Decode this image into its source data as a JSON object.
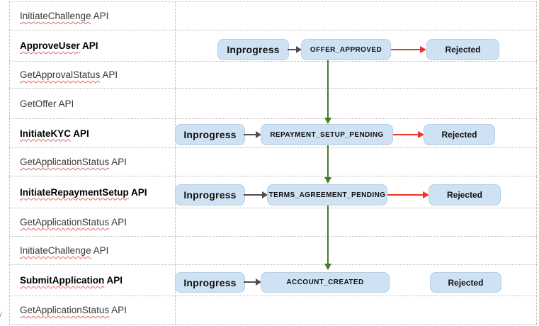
{
  "table": {
    "rows": [
      {
        "name": "InitiateChallenge",
        "suffix": "API"
      },
      {
        "name": "ApproveUser",
        "suffix": "API"
      },
      {
        "name": "GetApprovalStatus",
        "suffix": "API"
      },
      {
        "name": "GetOffer",
        "suffix": "API"
      },
      {
        "name": "InitiateKYC",
        "suffix": "API"
      },
      {
        "name": "GetApplicationStatus",
        "suffix": "API"
      },
      {
        "name": "InitiateRepaymentSetup",
        "suffix": "API"
      },
      {
        "name": "GetApplicationStatus",
        "suffix": "API"
      },
      {
        "name": "InitiateChallenge",
        "suffix": "API"
      },
      {
        "name": "SubmitApplication",
        "suffix": "API"
      },
      {
        "name": "GetApplicationStatus",
        "suffix": "API"
      }
    ]
  },
  "flow": {
    "inprogress_label": "Inprogress",
    "rejected_label": "Rejected",
    "stages": [
      {
        "api": "ApproveUser API",
        "state": "OFFER_APPROVED",
        "reject_arrow": true
      },
      {
        "api": "InitiateKYC API",
        "state": "REPAYMENT_SETUP_PENDING",
        "reject_arrow": true
      },
      {
        "api": "InitiateRepaymentSetup API",
        "state": "TERMS_AGREEMENT_PENDING",
        "reject_arrow": true
      },
      {
        "api": "SubmitApplication API",
        "state": "ACCOUNT_CREATED",
        "reject_arrow": false
      }
    ],
    "colors": {
      "box_fill": "#cfe2f3",
      "success_arrow": "#447d22",
      "reject_arrow": "#ec3323",
      "progress_arrow": "#4d4d4d"
    }
  },
  "fragments": {
    "clipped_left_text": "y"
  }
}
